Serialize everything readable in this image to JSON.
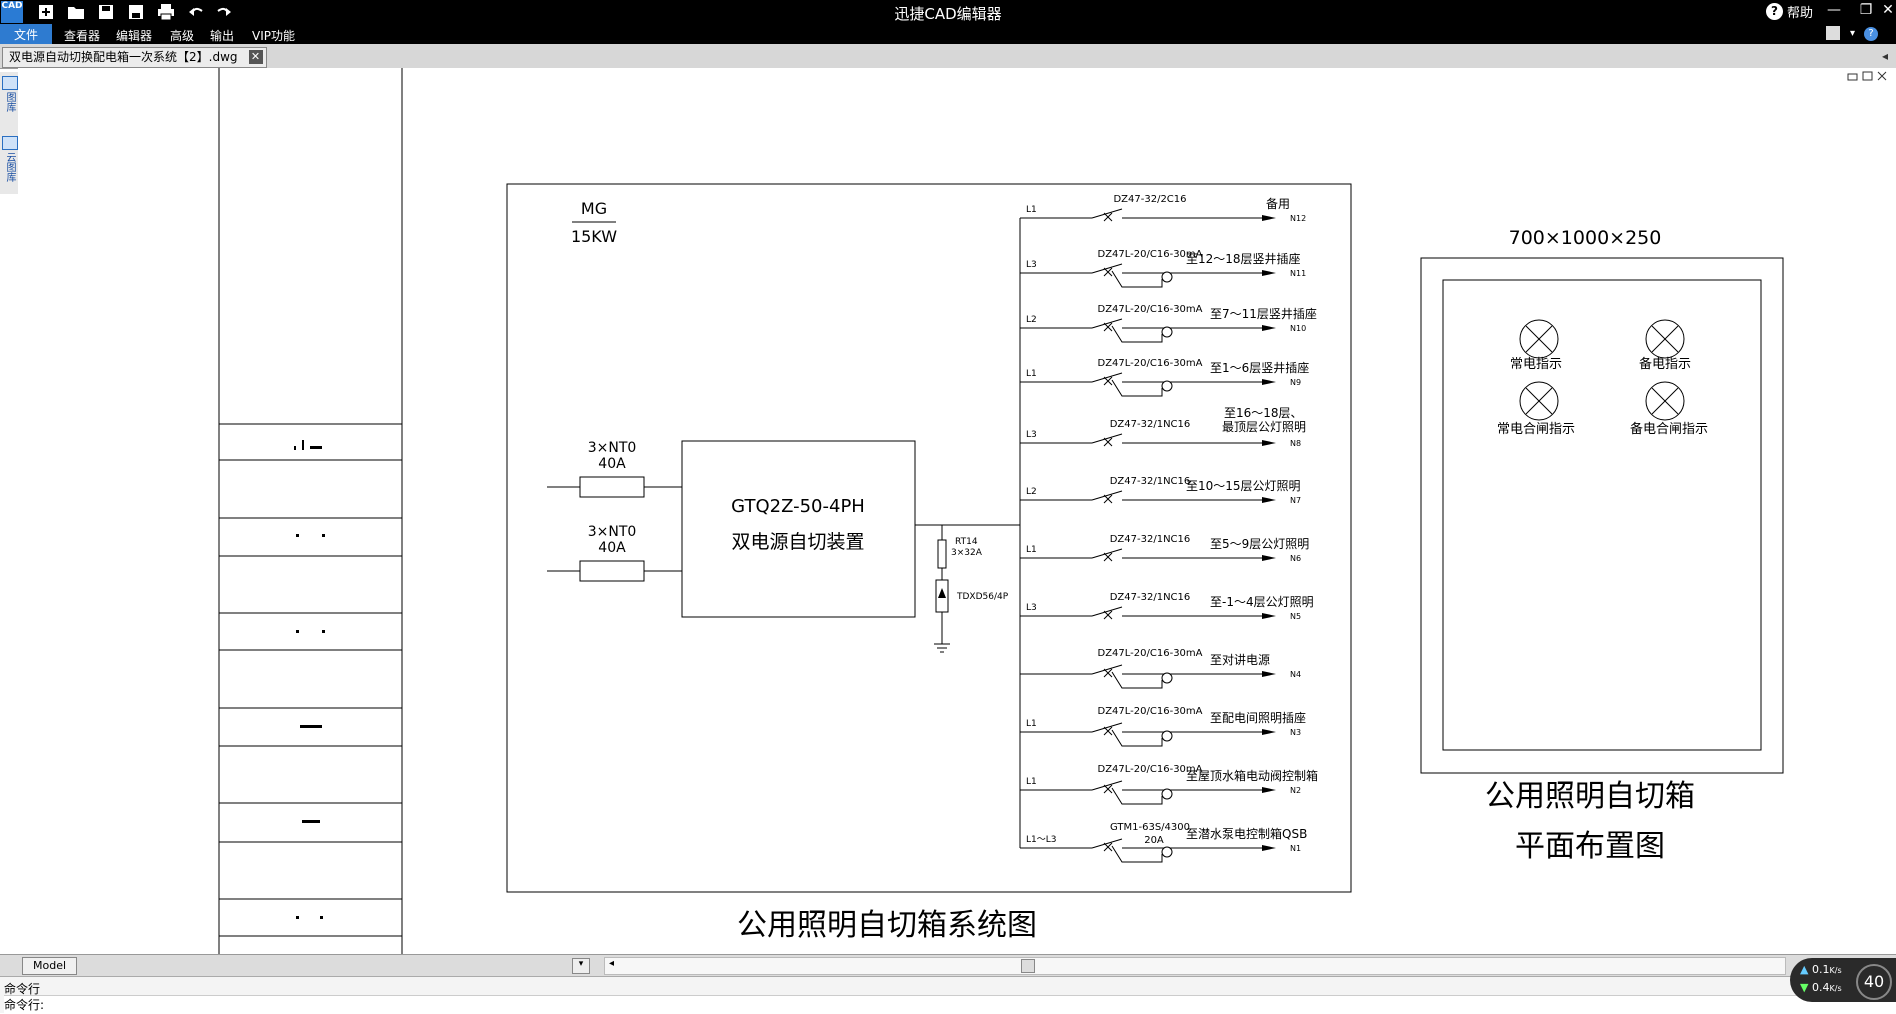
{
  "app": {
    "title": "迅捷CAD编辑器",
    "logo": "CAD",
    "help": "帮助"
  },
  "menu": [
    "文件",
    "查看器",
    "编辑器",
    "高级",
    "输出",
    "VIP功能"
  ],
  "tab": {
    "title": "双电源自动切换配电箱一次系统【2】.dwg"
  },
  "left_panel": [
    "图库",
    "云图库"
  ],
  "drawing": {
    "header": {
      "mg": "MG",
      "power": "15KW"
    },
    "inputs": [
      {
        "label": "3×NT0",
        "rating": "40A"
      },
      {
        "label": "3×NT0",
        "rating": "40A"
      }
    ],
    "ats": {
      "model": "GTQ2Z-50-4PH",
      "desc": "双电源自切装置"
    },
    "fuse": {
      "model": "RT14",
      "rating": "3×32A"
    },
    "spd": "TDXD56/4P",
    "circuits": [
      {
        "phase": "L1",
        "breaker": "DZ47-32/2C16",
        "dest": "备用",
        "dest2": "",
        "tag": "N12",
        "rcd": false
      },
      {
        "phase": "L3",
        "breaker": "DZ47L-20/C16-30mA",
        "dest": "至12～18层竖井插座",
        "dest2": "",
        "tag": "N11",
        "rcd": true
      },
      {
        "phase": "L2",
        "breaker": "DZ47L-20/C16-30mA",
        "dest": "至7～11层竖井插座",
        "dest2": "",
        "tag": "N10",
        "rcd": true
      },
      {
        "phase": "L1",
        "breaker": "DZ47L-20/C16-30mA",
        "dest": "至1～6层竖井插座",
        "dest2": "",
        "tag": "N9",
        "rcd": true
      },
      {
        "phase": "L3",
        "breaker": "DZ47-32/1NC16",
        "dest": "至16～18层、",
        "dest2": "最顶层公灯照明",
        "tag": "N8",
        "rcd": false
      },
      {
        "phase": "L2",
        "breaker": "DZ47-32/1NC16",
        "dest": "至10～15层公灯照明",
        "dest2": "",
        "tag": "N7",
        "rcd": false
      },
      {
        "phase": "L1",
        "breaker": "DZ47-32/1NC16",
        "dest": "至5～9层公灯照明",
        "dest2": "",
        "tag": "N6",
        "rcd": false
      },
      {
        "phase": "L3",
        "breaker": "DZ47-32/1NC16",
        "dest": "至-1～4层公灯照明",
        "dest2": "",
        "tag": "N5",
        "rcd": false
      },
      {
        "phase": "",
        "breaker": "DZ47L-20/C16-30mA",
        "dest": "至对讲电源",
        "dest2": "",
        "tag": "N4",
        "rcd": true
      },
      {
        "phase": "L1",
        "breaker": "DZ47L-20/C16-30mA",
        "dest": "至配电间照明插座",
        "dest2": "",
        "tag": "N3",
        "rcd": true
      },
      {
        "phase": "L1",
        "breaker": "DZ47L-20/C16-30mA",
        "dest": "至屋顶水箱电动阀控制箱",
        "dest2": "",
        "tag": "N2",
        "rcd": true
      },
      {
        "phase": "L1～L3",
        "breaker": "GTM1-63S/4300",
        "breaker2": "20A",
        "dest": "至潜水泵电控制箱QSB",
        "dest2": "",
        "tag": "N1",
        "rcd": true
      }
    ],
    "system_title": "公用照明自切箱系统图",
    "layout": {
      "dims": "700×1000×250",
      "lamps": [
        "常电指示",
        "备电指示",
        "常电合闸指示",
        "备电合闸指示"
      ],
      "title1": "公用照明自切箱",
      "title2": "平面布置图"
    }
  },
  "bottom": {
    "model_tab": "Model",
    "cmd1": "命令行",
    "cmd2": "命令行:"
  },
  "net": {
    "up": "0.1",
    "down": "0.4",
    "unit": "K/s",
    "pct": "40"
  }
}
